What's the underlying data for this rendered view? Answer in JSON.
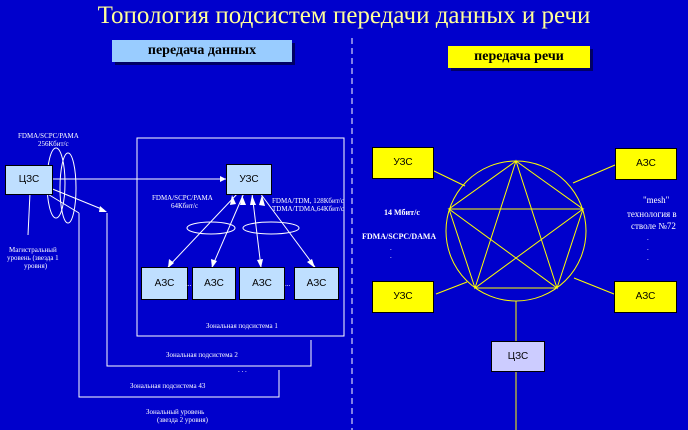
{
  "title": "Топология подсистем передачи данных и речи",
  "headers": {
    "data": "передача данных",
    "voice": "передача речи"
  },
  "left": {
    "czs": "ЦЗС",
    "uzs": "УЗС",
    "azs": [
      "АЗС",
      "АЗС",
      "АЗС",
      "АЗС"
    ],
    "label_access_top": "FDMA/SCPC/PAMA",
    "label_access_top_rate": "256Кбит/с",
    "label_access_mid": "FDMA/SCPC/PAMA",
    "label_access_mid_rate": "64Кбит/с",
    "label_access_right_1": "FDMA/TDM, 128Кбит/с",
    "label_access_right_2": "TDMA/TDMA,64Кбит/с",
    "label_backbone_1": "Магистральный",
    "label_backbone_2": "уровень (звезда 1",
    "label_backbone_3": "уровня)",
    "label_sub1": "Зональная подсистема 1",
    "label_sub2": "Зональная подсистема 2",
    "label_subN": "Зональная подсистема 43",
    "label_zonal_1": "Зональный уровень",
    "label_zonal_2": "(звезда 2 уровня)",
    "ellipsis": "...",
    "vdots": ".  .  ."
  },
  "right": {
    "uzs_top": "УЗС",
    "azs_top": "АЗС",
    "uzs_bottom": "УЗС",
    "azs_bottom": "АЗС",
    "czs": "ЦЗС",
    "label_channels": "14 Мбит/с",
    "label_access": "FDMA/SCPC/DAMA",
    "label_mesh_1": "\"mesh\"",
    "label_mesh_2": "технология в",
    "label_mesh_3": "стволе №72",
    "vdots": ".",
    "vdots2": "."
  }
}
